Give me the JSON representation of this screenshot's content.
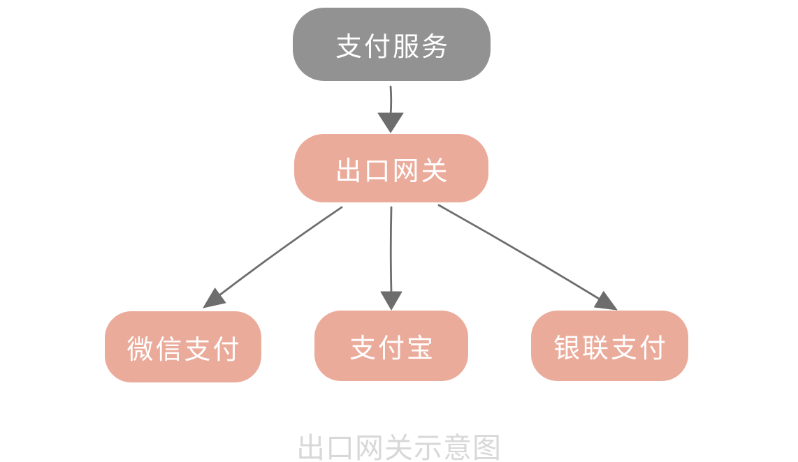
{
  "diagram": {
    "caption": "出口网关示意图",
    "nodes": {
      "payment_service": {
        "label": "支付服务"
      },
      "exit_gateway": {
        "label": "出口网关"
      },
      "wechat_pay": {
        "label": "微信支付"
      },
      "alipay": {
        "label": "支付宝"
      },
      "unionpay": {
        "label": "银联支付"
      }
    },
    "edges": [
      {
        "from": "支付服务",
        "to": "出口网关"
      },
      {
        "from": "出口网关",
        "to": "微信支付"
      },
      {
        "from": "出口网关",
        "to": "支付宝"
      },
      {
        "from": "出口网关",
        "to": "银联支付"
      }
    ],
    "colors": {
      "service_node_fill": "#929292",
      "gateway_node_fill": "#ebab9b",
      "provider_node_fill": "#ebab9b",
      "node_text": "#ffffff",
      "arrow": "#6d6d6d",
      "caption_text": "#d8d8d8",
      "background": "#ffffff"
    }
  }
}
